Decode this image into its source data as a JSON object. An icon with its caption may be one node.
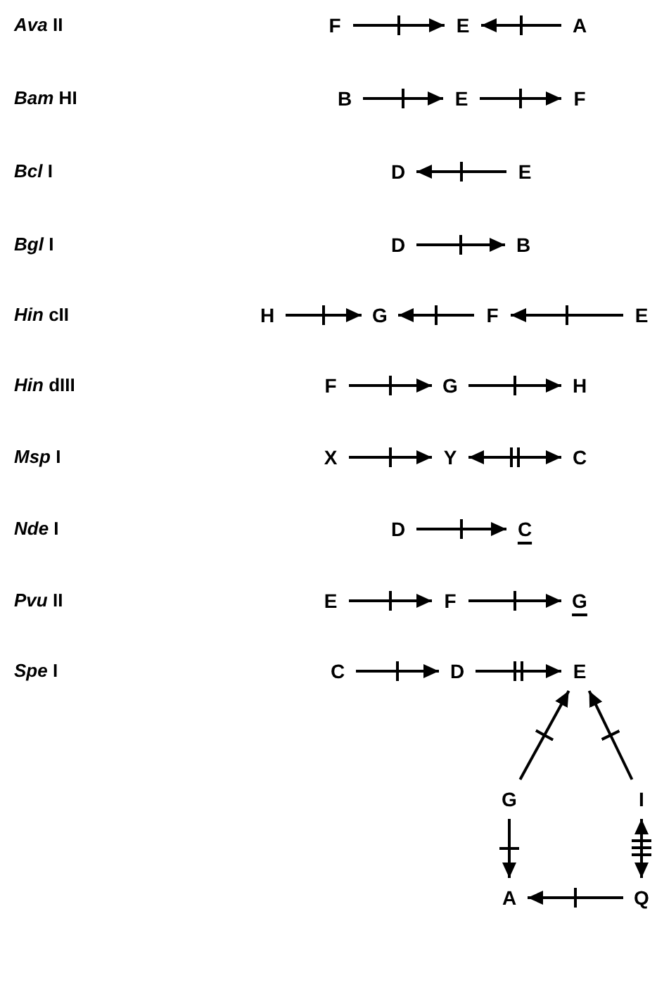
{
  "diagram": {
    "nodes": [
      {
        "text": [
          "F"
        ]
      },
      {
        "text": [
          "E"
        ]
      },
      {
        "text": [
          "A"
        ]
      },
      {
        "text": [
          "B"
        ]
      },
      {
        "text": [
          "E"
        ]
      },
      {
        "text": [
          "F"
        ]
      },
      {
        "text": [
          "D"
        ]
      },
      {
        "text": [
          "E"
        ]
      },
      {
        "text": [
          "D"
        ]
      },
      {
        "text": [
          "B"
        ]
      },
      {
        "text": [
          "H"
        ]
      },
      {
        "text": [
          "G"
        ]
      },
      {
        "text": [
          "F"
        ]
      },
      {
        "text": [
          "E"
        ]
      },
      {
        "text": [
          "F"
        ]
      },
      {
        "text": [
          "G"
        ]
      },
      {
        "text": [
          "H"
        ]
      },
      {
        "text": [
          "X"
        ]
      },
      {
        "text": [
          "Y"
        ]
      },
      {
        "text": [
          "C"
        ]
      },
      {
        "text": [
          "D"
        ]
      },
      {
        "text": [
          "C"
        ]
      },
      {
        "text": [
          "E"
        ]
      },
      {
        "text": [
          "F"
        ]
      },
      {
        "text": [
          "G"
        ]
      },
      {
        "text": [
          "C"
        ]
      },
      {
        "text": [
          "D"
        ]
      },
      {
        "text": [
          "E"
        ]
      },
      {
        "text": [
          "G"
        ]
      },
      {
        "text": [
          "I"
        ]
      },
      {
        "text": [
          "A"
        ]
      },
      {
        "text": [
          "Q"
        ]
      }
    ],
    "edges": [
      {
        "from": 0,
        "to": 1,
        "arrow": "to"
      },
      {
        "from": 2,
        "to": 1,
        "arrow": "to"
      },
      {
        "from": 3,
        "to": 4,
        "arrow": "to"
      },
      {
        "from": 4,
        "to": 5,
        "arrow": "to"
      },
      {
        "from": 7,
        "to": 6,
        "arrow": "to"
      },
      {
        "from": 8,
        "to": 9,
        "arrow": "to"
      },
      {
        "from": 10,
        "to": 11,
        "arrow": "to"
      },
      {
        "from": 12,
        "to": 11,
        "arrow": "to"
      },
      {
        "from": 13,
        "to": 12,
        "arrow": "to"
      },
      {
        "from": 14,
        "to": 15,
        "arrow": "to"
      },
      {
        "from": 15,
        "to": 16,
        "arrow": "to"
      },
      {
        "from": 17,
        "to": 18,
        "arrow": "to"
      },
      {
        "from": 18,
        "to": 19,
        "arrow": "both"
      },
      {
        "from": 20,
        "to": 21,
        "arrow": "to"
      },
      {
        "from": 22,
        "to": 23,
        "arrow": "to"
      },
      {
        "from": 23,
        "to": 24,
        "arrow": "to"
      },
      {
        "from": 25,
        "to": 26,
        "arrow": "to"
      },
      {
        "from": 26,
        "to": 27,
        "arrow": "to"
      },
      {
        "from": 28,
        "to": 27,
        "arrow": "to"
      },
      {
        "from": 29,
        "to": 27,
        "arrow": "to"
      },
      {
        "from": 28,
        "to": 30,
        "arrow": "to"
      },
      {
        "from": 29,
        "to": 31,
        "arrow": "both"
      },
      {
        "from": 31,
        "to": 30,
        "arrow": "to"
      }
    ],
    "labels": [
      "*Ava* II",
      "*Bam* HI",
      "*Bcl* I",
      "*Bgl* I",
      "*Hin* cII",
      "*Hin* dIII",
      "*Msp* I",
      "*Nde* I",
      "*Pvu* II",
      "*Spe* I"
    ]
  }
}
